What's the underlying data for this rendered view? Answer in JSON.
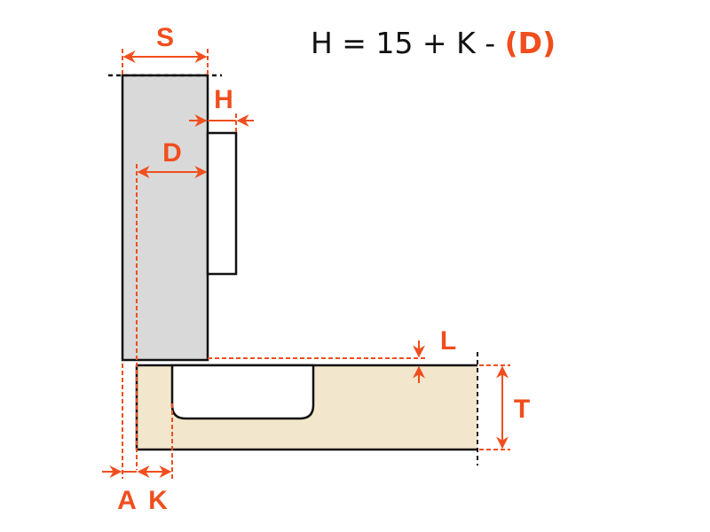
{
  "formula": {
    "main": "H = 15 + K - ",
    "highlight": "(D)"
  },
  "labels": {
    "s": "S",
    "h": "H",
    "d": "D",
    "l": "L",
    "t": "T",
    "a": "A",
    "k": "K"
  },
  "colors": {
    "accent": "#f04e1e",
    "door": "#d9d9d9",
    "panel": "#f2e6cc",
    "outline": "#111111"
  }
}
